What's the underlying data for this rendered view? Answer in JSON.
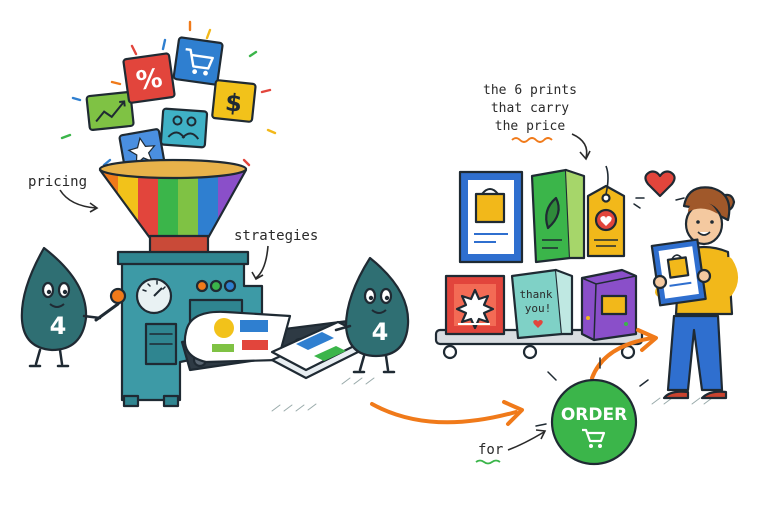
{
  "annotations": {
    "pricing": "pricing",
    "strategies": "strategies",
    "prints_line1": "the 6 prints",
    "prints_line2": "that carry",
    "prints_line3": "the price",
    "for": "for"
  },
  "mascot": {
    "left_number": "4",
    "right_number": "4"
  },
  "card": {
    "thank_line1": "thank",
    "thank_line2": "you!"
  },
  "order_button": {
    "label": "ORDER"
  },
  "icons": {
    "percent_symbol": "%",
    "dollar_symbol": "$"
  },
  "colors": {
    "machine_teal": "#3d9aa6",
    "mascot_teal": "#2f6f73",
    "accent_orange": "#f07a1a",
    "order_green": "#3bb54a",
    "heart_red": "#e2453c"
  }
}
